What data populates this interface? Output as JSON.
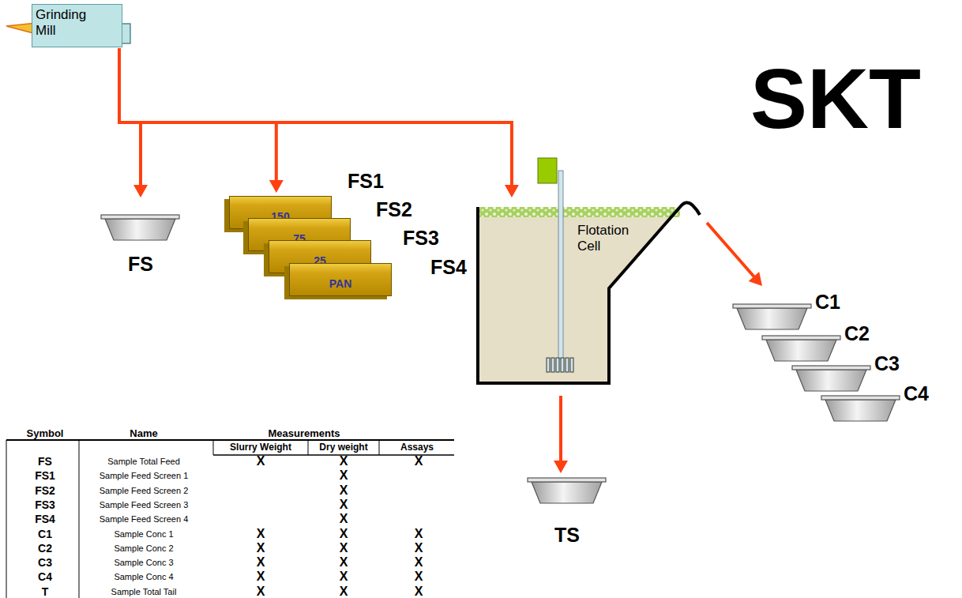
{
  "diagram": {
    "title": "SKT",
    "nodes": [
      {
        "text": [
          "Grinding Mill"
        ]
      },
      {
        "text": [
          "FS"
        ]
      },
      {
        "text": [
          "150"
        ]
      },
      {
        "text": [
          "75"
        ]
      },
      {
        "text": [
          "25"
        ]
      },
      {
        "text": [
          "PAN"
        ]
      },
      {
        "text": [
          "Flotation Cell"
        ]
      },
      {
        "text": [
          "C1"
        ]
      },
      {
        "text": [
          "C2"
        ]
      },
      {
        "text": [
          "C3"
        ]
      },
      {
        "text": [
          "C4"
        ]
      },
      {
        "text": [
          "TS"
        ]
      }
    ],
    "edges": [
      {
        "from": 0,
        "to": 1,
        "arrow": "to"
      },
      {
        "from": 0,
        "to": 2,
        "arrow": "to"
      },
      {
        "from": 0,
        "to": 6,
        "arrow": "to"
      },
      {
        "from": 6,
        "to": 7,
        "arrow": "to"
      },
      {
        "from": 6,
        "to": 11,
        "arrow": "to"
      }
    ],
    "labels": [
      "FS1",
      "FS2",
      "FS3",
      "FS4",
      "Symbol",
      "Name",
      "Measurements",
      "Slurry Weight",
      "Dry weight",
      "Assays",
      "FS",
      "Sample Total Feed",
      "X",
      "X",
      "X",
      "FS1",
      "Sample Feed Screen 1",
      "X",
      "FS2",
      "Sample Feed Screen 2",
      "X",
      "FS3",
      "Sample Feed Screen 3",
      "X",
      "FS4",
      "Sample Feed Screen 4",
      "X",
      "C1",
      "Sample Conc 1",
      "X",
      "X",
      "X",
      "C2",
      "Sample Conc 2",
      "X",
      "X",
      "X",
      "C3",
      "Sample Conc 3",
      "X",
      "X",
      "X",
      "C4",
      "Sample Conc 4",
      "X",
      "X",
      "X",
      "T",
      "Sample Total Tail",
      "X",
      "X",
      "X"
    ]
  }
}
